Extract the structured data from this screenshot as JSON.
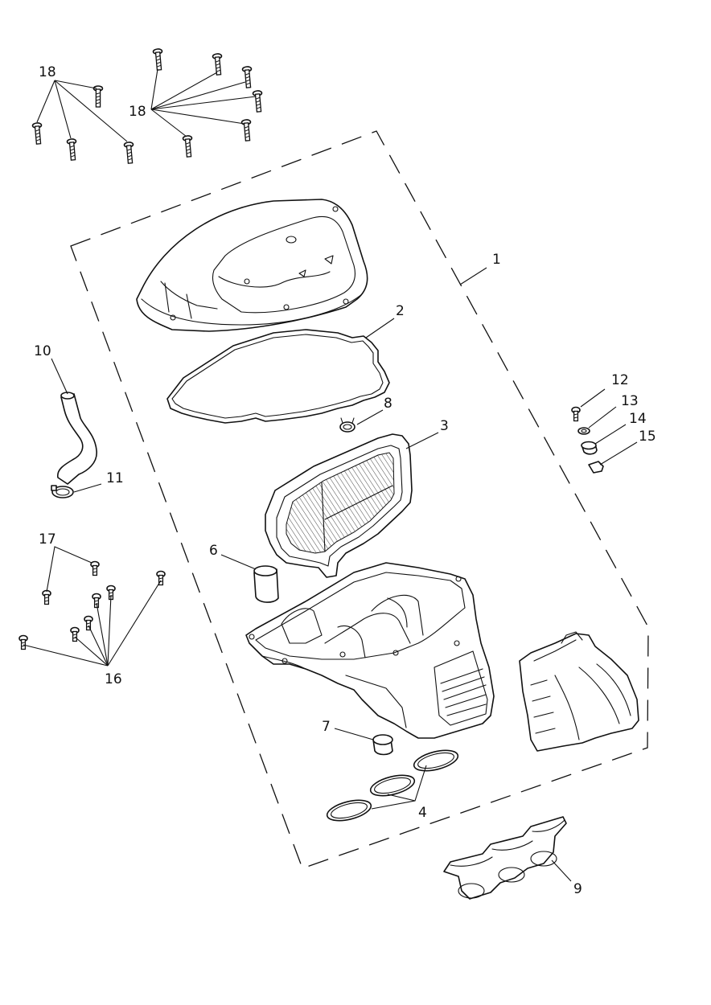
{
  "diagram": {
    "callouts": [
      {
        "id": "c1",
        "label": "1"
      },
      {
        "id": "c2",
        "label": "2"
      },
      {
        "id": "c3",
        "label": "3"
      },
      {
        "id": "c4",
        "label": "4"
      },
      {
        "id": "c6",
        "label": "6"
      },
      {
        "id": "c7",
        "label": "7"
      },
      {
        "id": "c8",
        "label": "8"
      },
      {
        "id": "c9",
        "label": "9"
      },
      {
        "id": "c10",
        "label": "10"
      },
      {
        "id": "c11",
        "label": "11"
      },
      {
        "id": "c12",
        "label": "12"
      },
      {
        "id": "c13",
        "label": "13"
      },
      {
        "id": "c14",
        "label": "14"
      },
      {
        "id": "c15",
        "label": "15"
      },
      {
        "id": "c16",
        "label": "16"
      },
      {
        "id": "c17",
        "label": "17"
      },
      {
        "id": "c18a",
        "label": "18"
      },
      {
        "id": "c18b",
        "label": "18"
      }
    ]
  }
}
